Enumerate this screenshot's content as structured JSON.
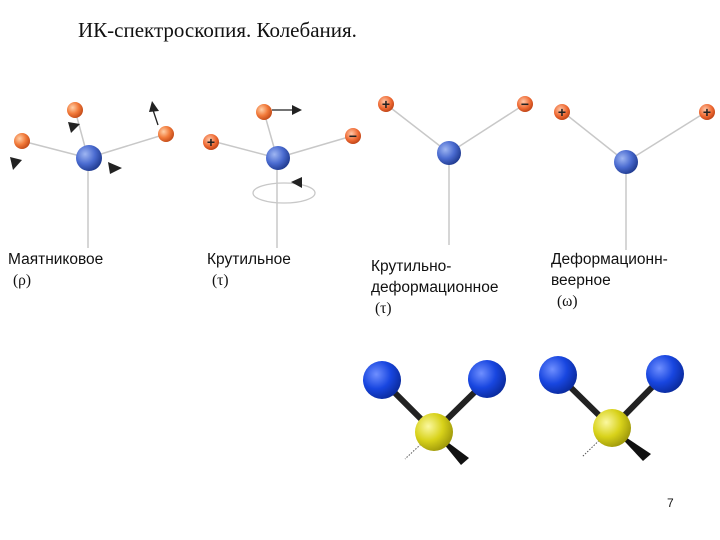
{
  "slide": {
    "title": "ИК-спектроскопия. Колебания.",
    "page_number": "7"
  },
  "vibrations": [
    {
      "name": "Маятниковое",
      "symbol": "(ρ)"
    },
    {
      "name": "Крутильное",
      "symbol": "(τ)"
    },
    {
      "name_line1": "Крутильно-",
      "name_line2": "деформационное",
      "symbol": "(τ)"
    },
    {
      "name_line1": "Деформационн-",
      "name_line2": "веерное",
      "symbol": "(ω)"
    }
  ],
  "charges": {
    "plus": "+",
    "minus": "−"
  },
  "colors": {
    "central_atom": "#3f63c6",
    "side_atom": "#f07a3c",
    "plus_badge": "#e85a2a",
    "minus_badge": "#e85a2a",
    "bond_line": "#c8c8c8",
    "blue_atom": "#1540d6",
    "yellow_atom": "#d8d21a",
    "thick_bond": "#222222"
  }
}
